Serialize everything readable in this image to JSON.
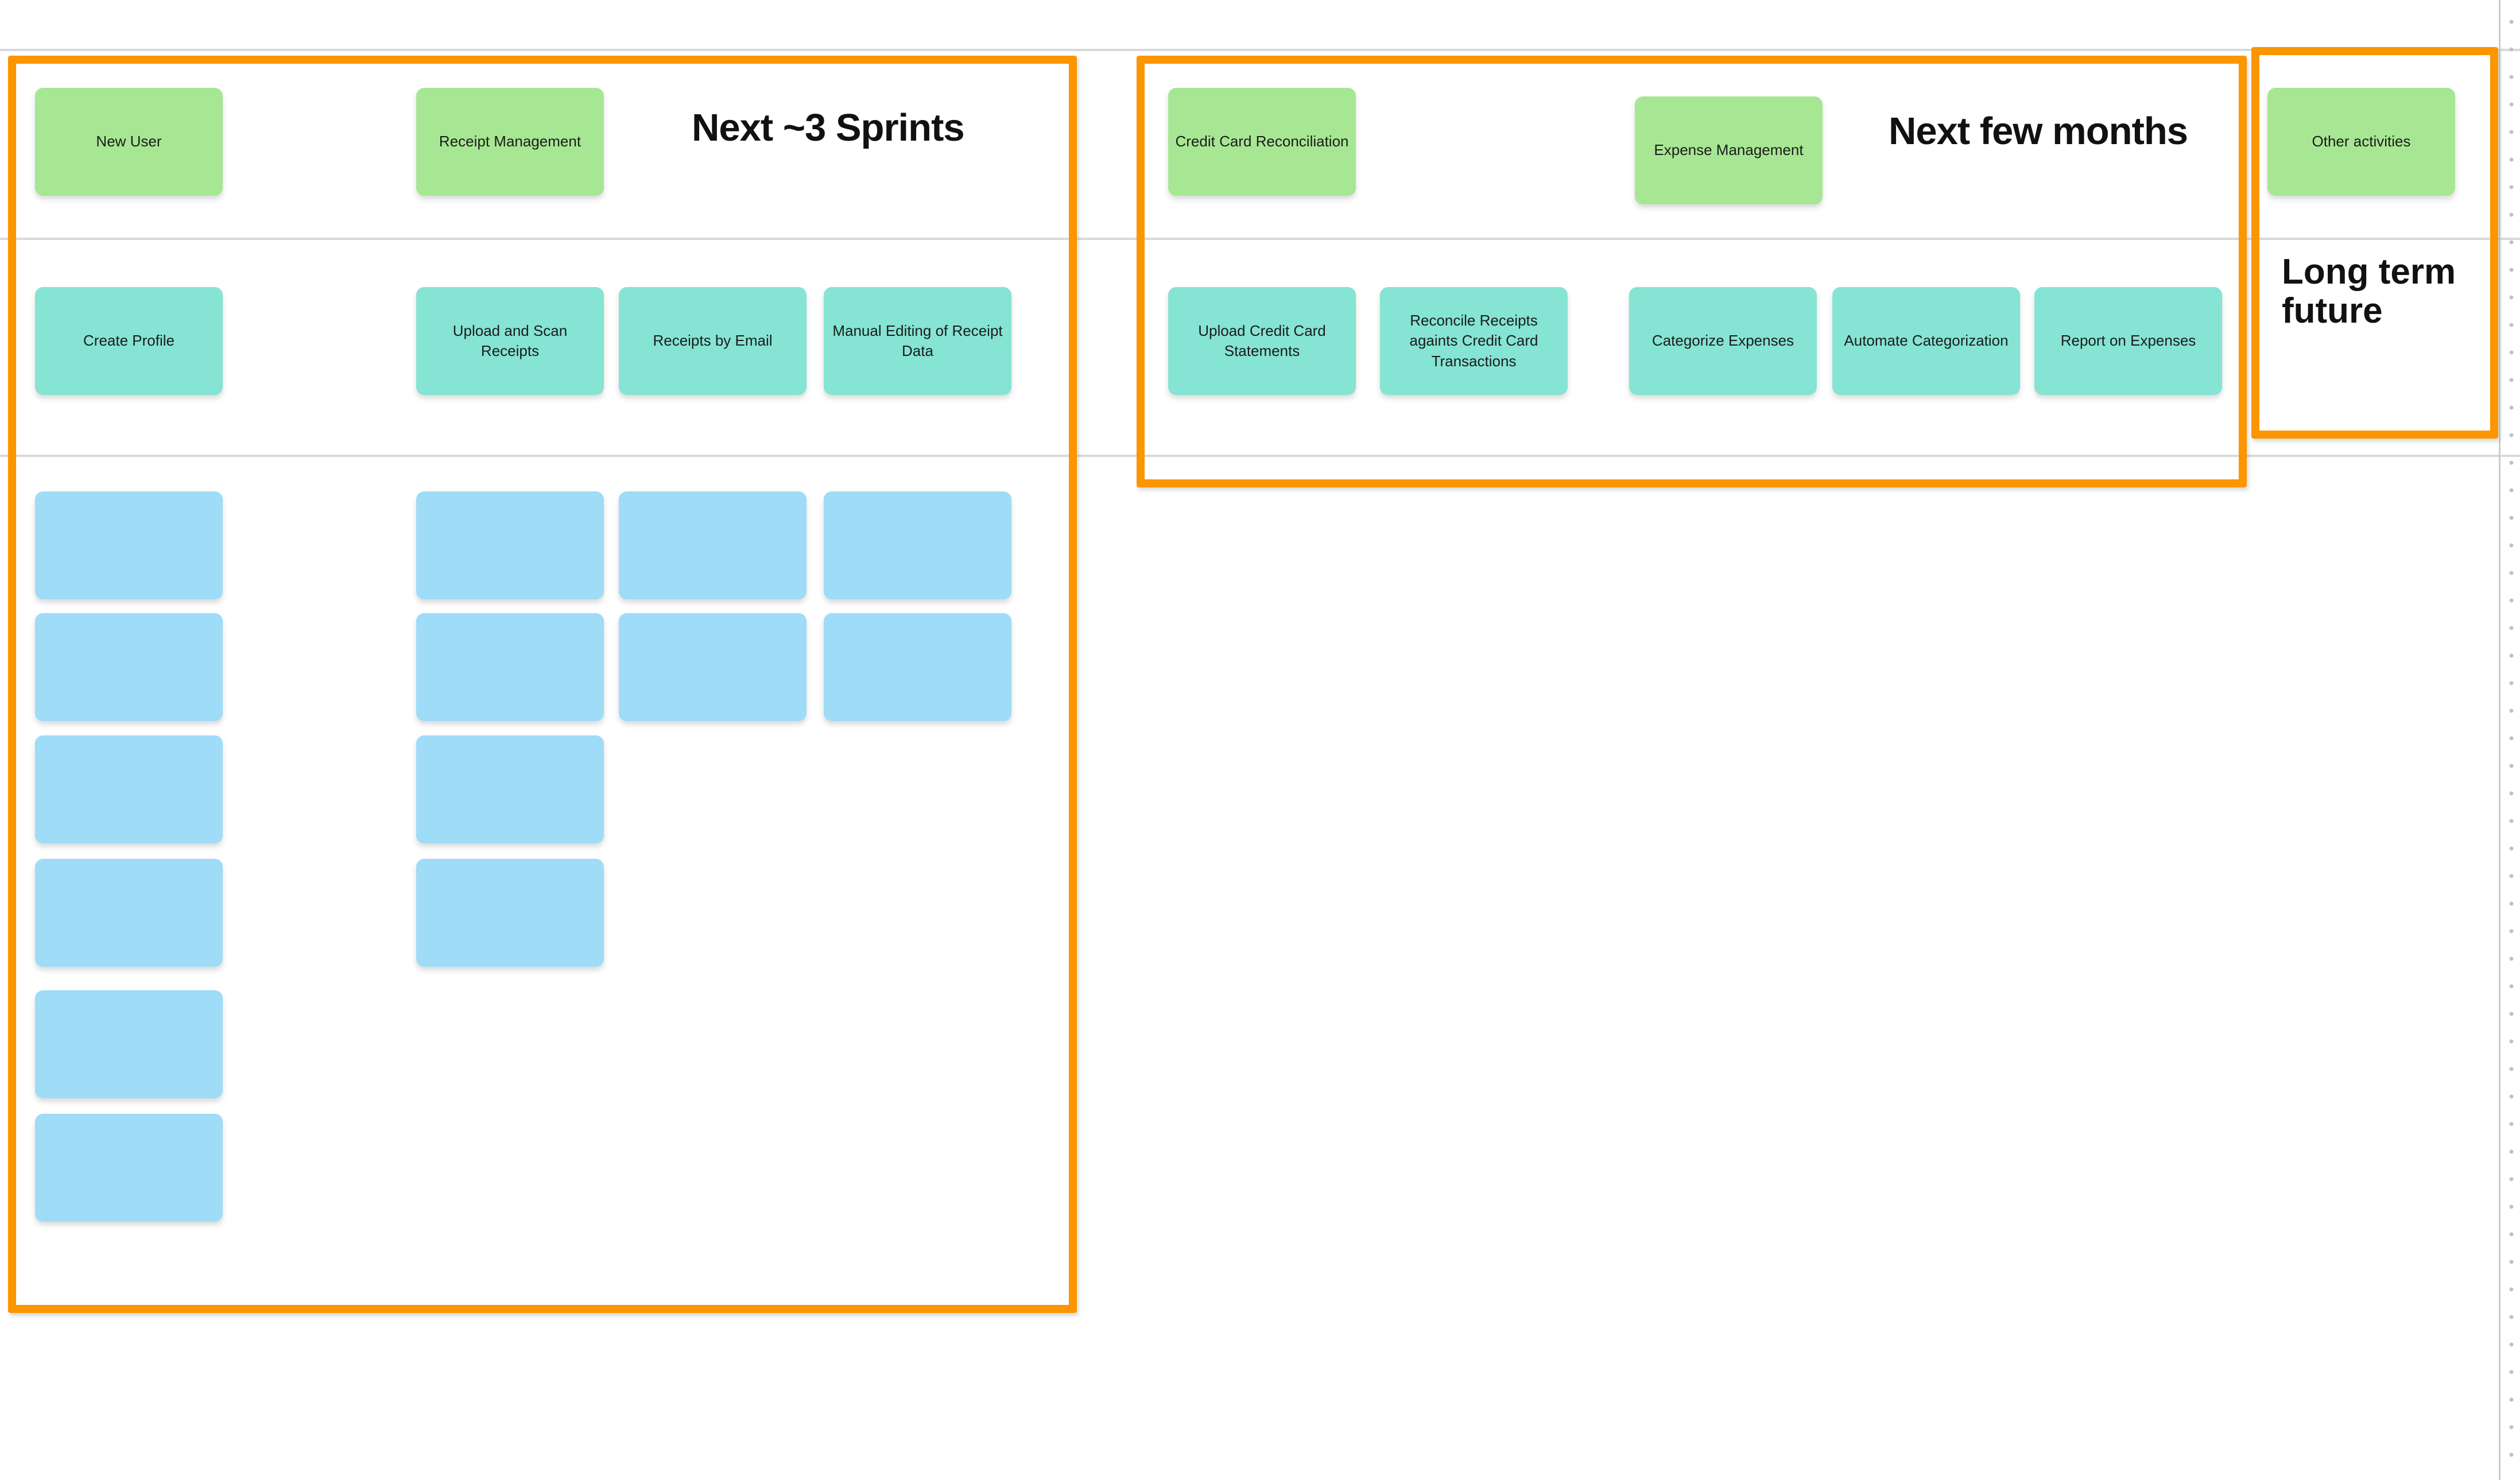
{
  "canvas": {
    "background": "#ffffff",
    "grid_line_color": "#d9d9d9",
    "grid_dot_color": "#c2c2c2"
  },
  "frames": [
    {
      "title": "Next ~3 Sprints",
      "color": "#FB9500"
    },
    {
      "title": "Next few months",
      "color": "#FB9500"
    },
    {
      "title": "Long term future",
      "color": "#FB9500"
    }
  ],
  "cards": {
    "epic_color": "#A7E793",
    "feature_color": "#85E4D3",
    "story_color": "#9EDCF8",
    "epics": [
      {
        "label": "New User"
      },
      {
        "label": "Receipt Management"
      },
      {
        "label": "Credit Card Reconciliation"
      },
      {
        "label": "Expense Management"
      },
      {
        "label": "Other activities"
      }
    ],
    "features": [
      {
        "label": "Create Profile"
      },
      {
        "label": "Upload and Scan Receipts"
      },
      {
        "label": "Receipts by Email"
      },
      {
        "label": "Manual Editing of Receipt Data"
      },
      {
        "label": "Upload Credit Card Statements"
      },
      {
        "label": "Reconcile Receipts againts Credit Card Transactions"
      },
      {
        "label": "Categorize Expenses"
      },
      {
        "label": "Automate Categorization"
      },
      {
        "label": "Report on Expenses"
      }
    ],
    "blank_story_columns": [
      {
        "column": "Create Profile",
        "count": 6
      },
      {
        "column": "Upload and Scan Receipts",
        "count": 4
      },
      {
        "column": "Receipts by Email",
        "count": 2
      },
      {
        "column": "Manual Editing of Receipt Data",
        "count": 2
      }
    ]
  }
}
